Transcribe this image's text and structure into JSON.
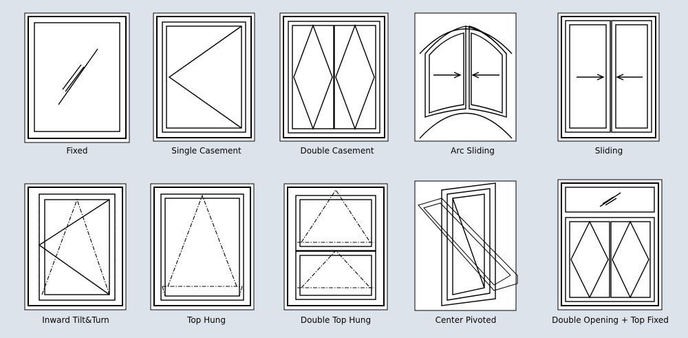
{
  "windows": [
    {
      "label": "Fixed"
    },
    {
      "label": "Single Casement"
    },
    {
      "label": "Double Casement"
    },
    {
      "label": "Arc Sliding"
    },
    {
      "label": "Sliding"
    },
    {
      "label": "Inward Tilt&Turn"
    },
    {
      "label": "Top Hung"
    },
    {
      "label": "Double Top Hung"
    },
    {
      "label": "Center Pivoted"
    },
    {
      "label": "Double Opening + Top Fixed"
    }
  ]
}
